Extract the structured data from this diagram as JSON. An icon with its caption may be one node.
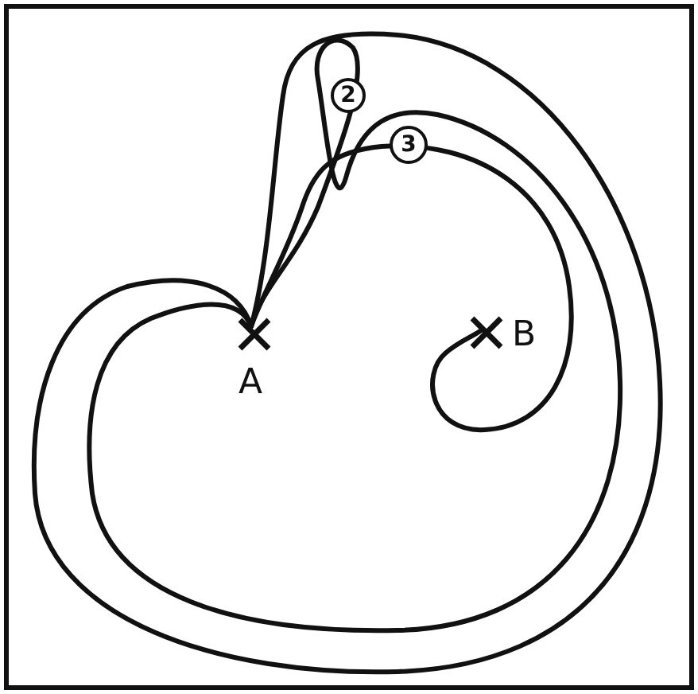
{
  "diagram": {
    "nodes": [
      {
        "text": [
          "2"
        ]
      },
      {
        "text": [
          "3"
        ]
      }
    ],
    "labels": [
      "A",
      "B"
    ]
  }
}
